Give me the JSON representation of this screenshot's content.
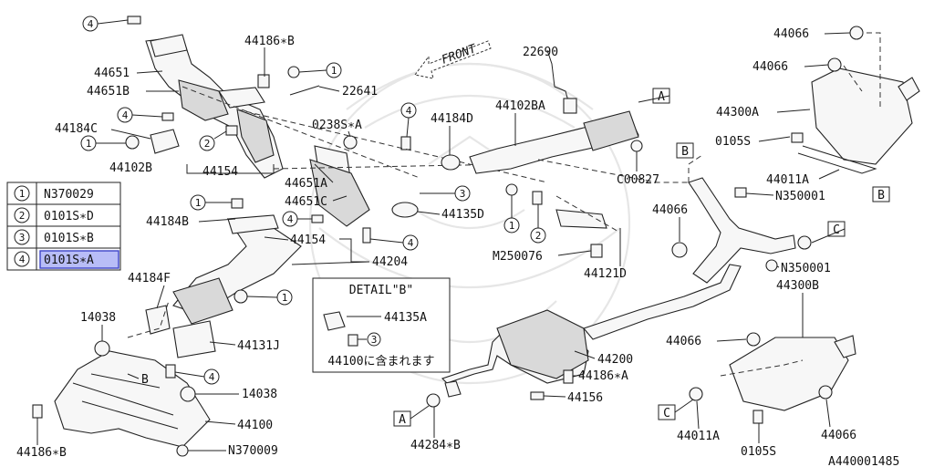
{
  "diagram_id": "A440001485",
  "front_label": "FRONT",
  "legend": [
    {
      "num": "1",
      "code": "N370029",
      "highlighted": false
    },
    {
      "num": "2",
      "code": "0101S∗D",
      "highlighted": false
    },
    {
      "num": "3",
      "code": "0101S∗B",
      "highlighted": false
    },
    {
      "num": "4",
      "code": "0101S∗A",
      "highlighted": true
    }
  ],
  "detail": {
    "title": "DETAIL\"B\"",
    "part": "44135A",
    "circle_num": "3",
    "note": "44100に含まれます"
  },
  "ref_boxes": {
    "a": "A",
    "b": "B",
    "c": "C"
  },
  "labels": {
    "p44186B_top": "44186∗B",
    "p44651": "44651",
    "p44651B": "44651B",
    "p22641": "22641",
    "p44184C": "44184C",
    "p44102B": "44102B",
    "p44154_top": "44154",
    "p0238SA": "0238S∗A",
    "p44184D": "44184D",
    "p44102BA": "44102BA",
    "p22690": "22690",
    "pC00827": "C00827",
    "p44651A": "44651A",
    "p44651C": "44651C",
    "p44135D": "44135D",
    "p44184B": "44184B",
    "p44154_mid": "44154",
    "p44204": "44204",
    "pM250076": "M250076",
    "p44121D": "44121D",
    "p44184F": "44184F",
    "p44131J": "44131J",
    "p14038_top": "14038",
    "p14038_bot": "14038",
    "p44100": "44100",
    "p44186B_bot": "44186∗B",
    "pN370009": "N370009",
    "p44284B": "44284∗B",
    "p44156": "44156",
    "p44186A": "44186∗A",
    "p44200": "44200",
    "p44066_1": "44066",
    "p44066_2": "44066",
    "p44300A": "44300A",
    "p0105S_top": "0105S",
    "p44011A_top": "44011A",
    "pN350001_top": "N350001",
    "p44066_3": "44066",
    "pN350001_bot": "N350001",
    "p44300B": "44300B",
    "p44066_4": "44066",
    "p44011A_bot": "44011A",
    "p0105S_bot": "0105S",
    "p44066_5": "44066"
  },
  "circle_refs": {
    "c1a": "1",
    "c1b": "1",
    "c1c": "1",
    "c1d": "1",
    "c1e": "1",
    "c2a": "2",
    "c2b": "2",
    "c3a": "3",
    "c3b": "3",
    "c4a": "4",
    "c4b": "4",
    "c4c": "4",
    "c4d": "4",
    "c4e": "4",
    "c4f": "4"
  },
  "b_marker": "B"
}
